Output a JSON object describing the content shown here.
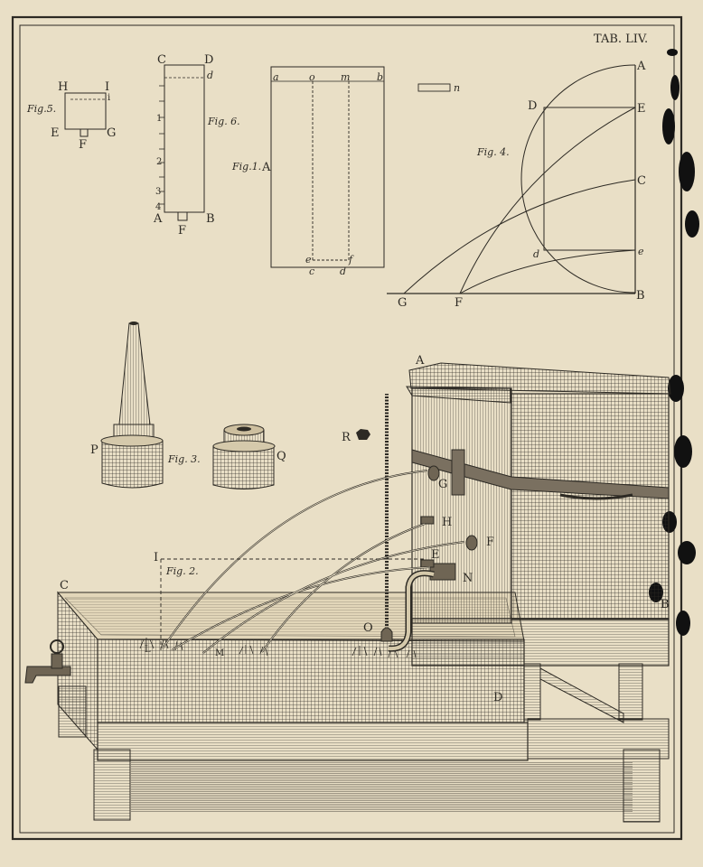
{
  "plate_label": "TAB. LIV.",
  "colors": {
    "paper": "#e9dfc6",
    "ink": "#2d2a24",
    "blot": "#111111",
    "wood_light": "#cfc4a7",
    "wood_dark": "#6f6554"
  },
  "fig5": {
    "caption": "Fig.5.",
    "H": "H",
    "I": "I",
    "i": "i",
    "E": "E",
    "F": "F",
    "G": "G"
  },
  "fig6": {
    "caption": "Fig. 6.",
    "C": "C",
    "D": "D",
    "d": "d",
    "A": "A",
    "B": "B",
    "F": "F",
    "scale": [
      "1",
      "2",
      "3",
      "4"
    ]
  },
  "fig1": {
    "caption": "Fig.1.",
    "A": "A",
    "a": "a",
    "o": "o",
    "m": "m",
    "b": "b",
    "e": "e",
    "f": "f",
    "c": "c",
    "d": "d",
    "n": "n"
  },
  "fig4": {
    "caption": "Fig. 4.",
    "A": "A",
    "D": "D",
    "E": "E",
    "C": "C",
    "d": "d",
    "e": "e",
    "G": "G",
    "F": "F",
    "B": "B"
  },
  "fig3": {
    "caption": "Fig. 3.",
    "P": "P",
    "Q": "Q"
  },
  "fig2": {
    "caption": "Fig. 2.",
    "A": "A",
    "B": "B",
    "C": "C",
    "D": "D",
    "E": "E",
    "F": "F",
    "G": "G",
    "H": "H",
    "I": "I",
    "L": "L",
    "M": "M",
    "N": "N",
    "O": "O",
    "R": "R"
  }
}
